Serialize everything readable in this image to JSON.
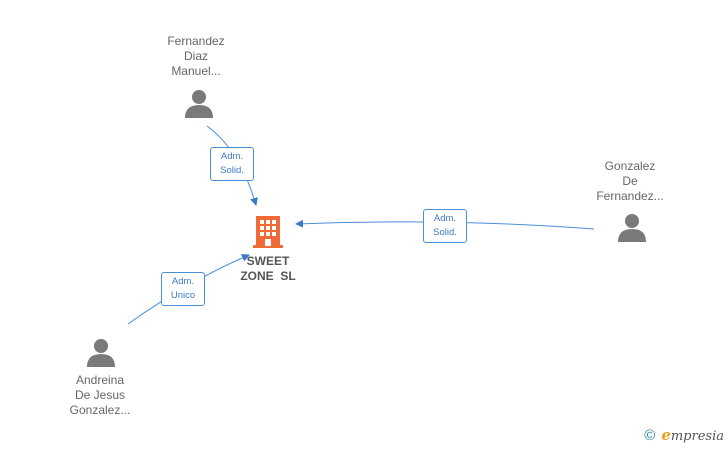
{
  "company": {
    "name_line1": "SWEET",
    "name_line2": "ZONE  SL",
    "icon": "building-icon",
    "icon_color": "#f06a35"
  },
  "persons": [
    {
      "id": "fernandez",
      "lines": [
        "Fernandez",
        "Diaz",
        "Manuel..."
      ],
      "icon": "person-icon"
    },
    {
      "id": "gonzalez",
      "lines": [
        "Gonzalez",
        "De",
        "Fernandez..."
      ],
      "icon": "person-icon"
    },
    {
      "id": "andreina",
      "lines": [
        "Andreina",
        "De Jesus",
        "Gonzalez..."
      ],
      "icon": "person-icon"
    }
  ],
  "relations": [
    {
      "from": "fernandez",
      "label_line1": "Adm.",
      "label_line2": "Solid."
    },
    {
      "from": "gonzalez",
      "label_line1": "Adm.",
      "label_line2": "Solid."
    },
    {
      "from": "andreina",
      "label_line1": "Adm.",
      "label_line2": "Unico"
    }
  ],
  "footer": {
    "copyright": "©",
    "brand_initial": "e",
    "brand_rest": "mpresia"
  },
  "colors": {
    "edge": "#4a90d9",
    "person": "#7a7a7a",
    "text": "#666666"
  }
}
